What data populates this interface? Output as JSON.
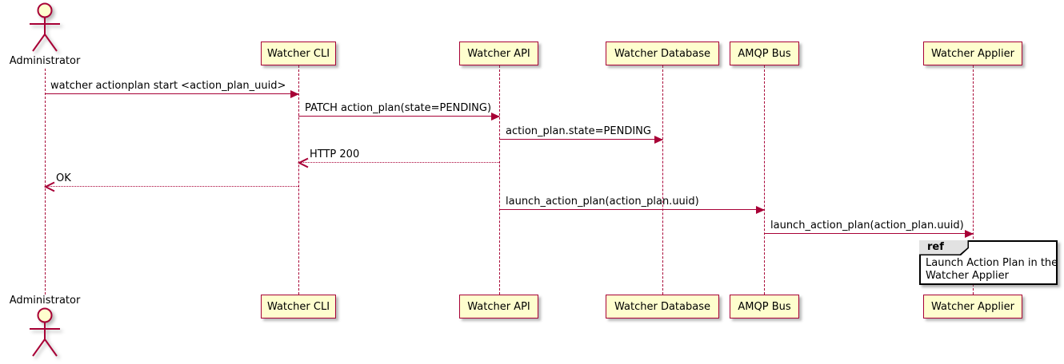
{
  "diagram": {
    "type": "sequence",
    "actor": {
      "name": "Administrator"
    },
    "participants": [
      {
        "name": "Watcher CLI"
      },
      {
        "name": "Watcher API"
      },
      {
        "name": "Watcher Database"
      },
      {
        "name": "AMQP Bus"
      },
      {
        "name": "Watcher Applier"
      }
    ],
    "messages": [
      {
        "from": "Administrator",
        "to": "Watcher CLI",
        "style": "solid",
        "label": "watcher actionplan start <action_plan_uuid>"
      },
      {
        "from": "Watcher CLI",
        "to": "Watcher API",
        "style": "solid",
        "label": "PATCH action_plan(state=PENDING)"
      },
      {
        "from": "Watcher API",
        "to": "Watcher Database",
        "style": "solid",
        "label": "action_plan.state=PENDING"
      },
      {
        "from": "Watcher API",
        "to": "Watcher CLI",
        "style": "dashed",
        "label": "HTTP 200"
      },
      {
        "from": "Watcher CLI",
        "to": "Administrator",
        "style": "dashed",
        "label": "OK"
      },
      {
        "from": "Watcher API",
        "to": "AMQP Bus",
        "style": "solid",
        "label": "launch_action_plan(action_plan.uuid)"
      },
      {
        "from": "AMQP Bus",
        "to": "Watcher Applier",
        "style": "solid",
        "label": "launch_action_plan(action_plan.uuid)"
      }
    ],
    "ref_fragment": {
      "keyword": "ref",
      "over": "Watcher Applier",
      "line1": "Launch Action Plan in the",
      "line2": "Watcher Applier"
    },
    "colors": {
      "participant_fill": "#FEFECE",
      "participant_border": "#A80036",
      "arrow": "#A80036",
      "lifeline": "#A80036",
      "text": "#000000",
      "ref_border": "#000000",
      "ref_tab_fill": "#E2E2E2",
      "background": "#FFFFFF"
    }
  }
}
